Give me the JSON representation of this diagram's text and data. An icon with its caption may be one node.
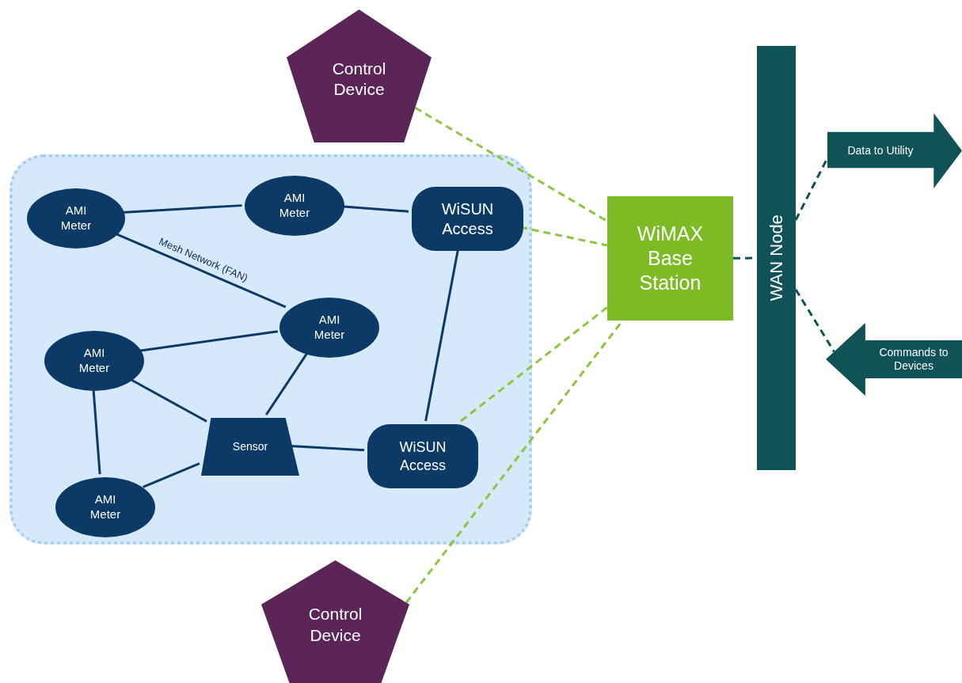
{
  "diagram": {
    "nodes": [
      {
        "text": [
          "Control Device"
        ]
      },
      {
        "text": [],
        "shape": "box"
      },
      {
        "text": [
          "AMI Meter"
        ],
        "in": 1
      },
      {
        "text": [
          "AMI Meter"
        ],
        "in": 1
      },
      {
        "text": [
          "WiSUN Access"
        ],
        "in": 1
      },
      {
        "text": [
          "AMI Meter"
        ],
        "in": 1
      },
      {
        "text": [
          "AMI Meter"
        ],
        "in": 1
      },
      {
        "text": [
          "Sensor"
        ],
        "in": 1
      },
      {
        "text": [
          "WiSUN Access"
        ],
        "in": 1
      },
      {
        "text": [
          "AMI Meter"
        ],
        "in": 1
      },
      {
        "text": [
          "WiMAX Base Station"
        ]
      },
      {
        "text": [
          "WAN Node"
        ]
      },
      {
        "text": [
          "Data to Utility"
        ]
      },
      {
        "text": [
          "Commands to Devices"
        ]
      },
      {
        "text": [
          "Control Device"
        ]
      }
    ],
    "edges": [
      {
        "from": 2,
        "to": 3,
        "arrow": "none"
      },
      {
        "from": 2,
        "to": 5,
        "arrow": "none",
        "label": "Mesh Network (FAN)"
      },
      {
        "from": 3,
        "to": 4,
        "arrow": "none"
      },
      {
        "from": 4,
        "to": 8,
        "arrow": "none"
      },
      {
        "from": 6,
        "to": 5,
        "arrow": "none"
      },
      {
        "from": 5,
        "to": 7,
        "arrow": "none"
      },
      {
        "from": 6,
        "to": 7,
        "arrow": "none"
      },
      {
        "from": 6,
        "to": 9,
        "arrow": "none"
      },
      {
        "from": 9,
        "to": 7,
        "arrow": "none"
      },
      {
        "from": 7,
        "to": 8,
        "arrow": "none"
      },
      {
        "from": 0,
        "to": 10,
        "arrow": "none",
        "style": "dashed",
        "color": "#8cc63f"
      },
      {
        "from": 4,
        "to": 10,
        "arrow": "none",
        "style": "dashed",
        "color": "#8cc63f"
      },
      {
        "from": 8,
        "to": 10,
        "arrow": "none",
        "style": "dashed",
        "color": "#8cc63f"
      },
      {
        "from": 14,
        "to": 10,
        "arrow": "none",
        "style": "dashed",
        "color": "#8cc63f"
      },
      {
        "from": 10,
        "to": 11,
        "arrow": "none",
        "style": "dashed",
        "color": "#0f5257"
      },
      {
        "from": 11,
        "to": 12,
        "arrow": "none",
        "style": "dashed",
        "color": "#0f5257"
      },
      {
        "from": 11,
        "to": 13,
        "arrow": "none",
        "style": "dashed",
        "color": "#0f5257"
      }
    ]
  }
}
